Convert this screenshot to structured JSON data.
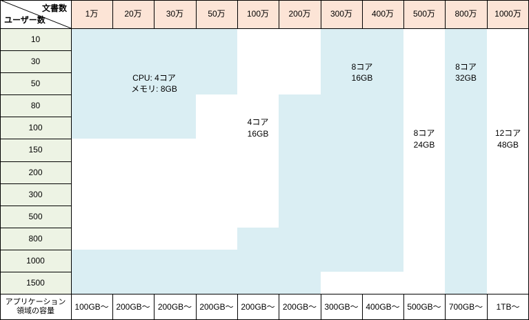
{
  "corner": {
    "doc_count_label": "文書数",
    "user_count_label": "ユーザー数"
  },
  "columns": [
    "1万",
    "20万",
    "30万",
    "50万",
    "100万",
    "200万",
    "300万",
    "400万",
    "500万",
    "800万",
    "1000万"
  ],
  "rows": [
    "10",
    "30",
    "50",
    "80",
    "100",
    "150",
    "200",
    "300",
    "500",
    "800",
    "1000",
    "1500"
  ],
  "spec_labels": [
    "CPU:  4コア\nメモリ: 8GB",
    "4コア\n16GB",
    "8コア\n16GB",
    "8コア\n24GB",
    "8コア\n32GB",
    "12コア\n48GB"
  ],
  "footer": {
    "label": "アプリケーション\n領域の容量",
    "values": [
      "100GB～",
      "200GB～",
      "200GB～",
      "200GB～",
      "200GB～",
      "200GB～",
      "300GB～",
      "400GB～",
      "500GB～",
      "700GB～",
      "1TB～"
    ]
  },
  "colors": {
    "header_bg": "#fce4d6",
    "row_header_bg": "#edf3e4",
    "tier_highlight": "#daeef3",
    "border": "#000000"
  }
}
